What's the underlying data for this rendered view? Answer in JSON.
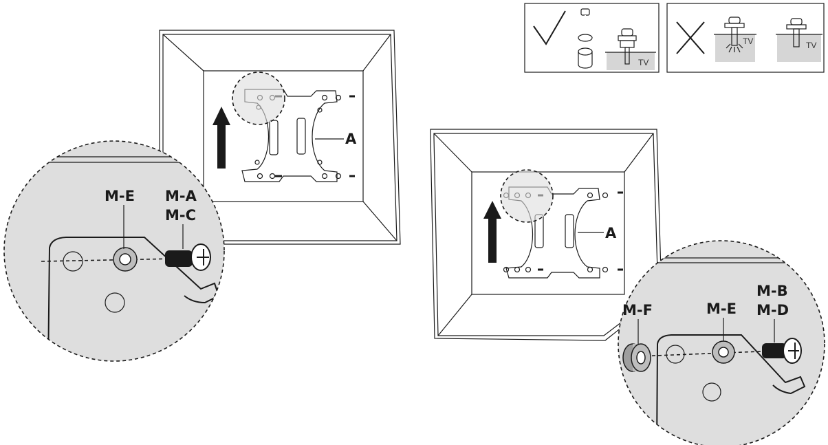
{
  "labels": {
    "left": {
      "plate": "A",
      "washer": "M-E",
      "screw_line1": "M-A",
      "screw_line2": "M-C"
    },
    "right": {
      "plate": "A",
      "spacer": "M-F",
      "washer": "M-E",
      "screw_line1": "M-B",
      "screw_line2": "M-D"
    },
    "legend": {
      "tv_ok": "TV",
      "tv_bad1": "TV",
      "tv_bad2": "TV"
    }
  },
  "icons": {
    "correct": "checkmark-icon",
    "wrong": "cross-icon",
    "arrow": "up-arrow-icon"
  },
  "colors": {
    "ink": "#1a1a1a",
    "detail_fill": "#d6d6d6"
  }
}
